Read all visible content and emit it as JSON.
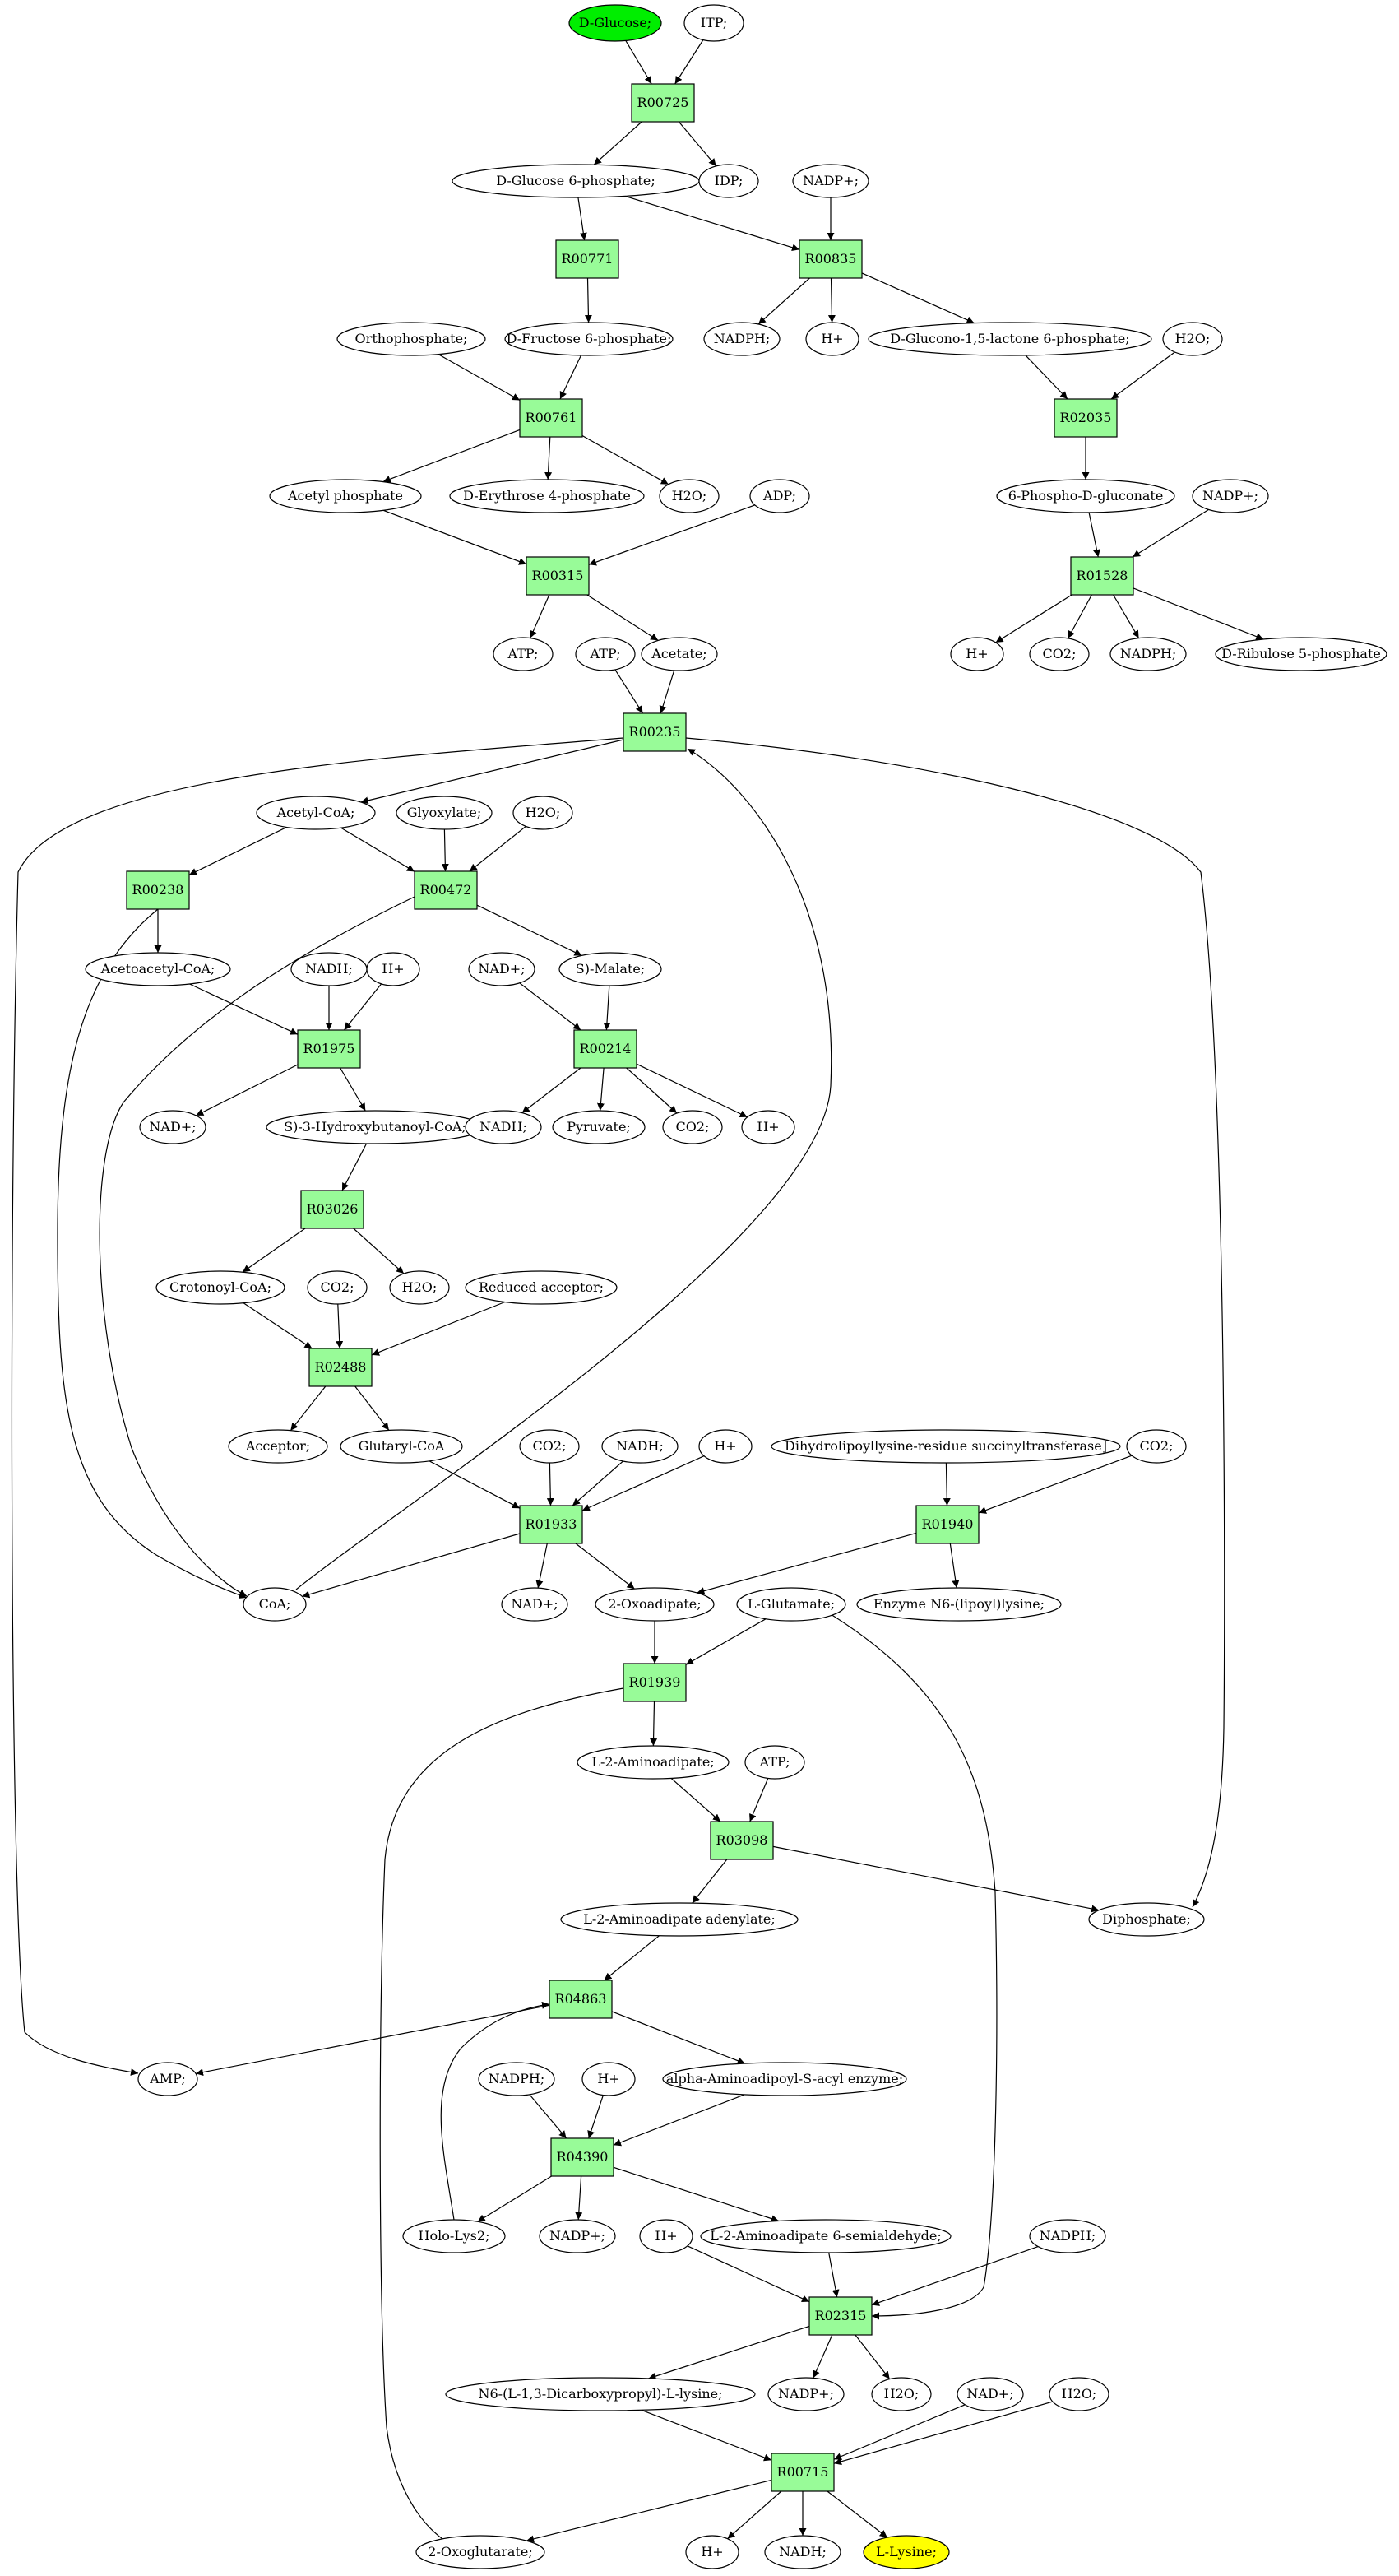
{
  "colors": {
    "reaction_fill": "#98fb98",
    "start_fill": "#00ee00",
    "end_fill": "#ffff00",
    "node_fill": "#ffffff",
    "stroke": "#000000"
  },
  "nodes": [
    {
      "id": "dglucose",
      "label": "D-Glucose;",
      "kind": "start"
    },
    {
      "id": "itp",
      "label": "ITP;",
      "kind": "compound"
    },
    {
      "id": "r00725",
      "label": "R00725",
      "kind": "reaction"
    },
    {
      "id": "g6p",
      "label": "D-Glucose 6-phosphate;",
      "kind": "compound"
    },
    {
      "id": "idp",
      "label": "IDP;",
      "kind": "compound"
    },
    {
      "id": "nadp1",
      "label": "NADP+;",
      "kind": "compound"
    },
    {
      "id": "r00771",
      "label": "R00771",
      "kind": "reaction"
    },
    {
      "id": "r00835",
      "label": "R00835",
      "kind": "reaction"
    },
    {
      "id": "orthop",
      "label": "Orthophosphate;",
      "kind": "compound"
    },
    {
      "id": "f6p",
      "label": "D-Fructose 6-phosphate;",
      "kind": "compound"
    },
    {
      "id": "nadph1",
      "label": "NADPH;",
      "kind": "compound"
    },
    {
      "id": "hplus1",
      "label": "H+",
      "kind": "compound"
    },
    {
      "id": "glucono",
      "label": "D-Glucono-1,5-lactone 6-phosphate;",
      "kind": "compound"
    },
    {
      "id": "h2o1",
      "label": "H2O;",
      "kind": "compound"
    },
    {
      "id": "r00761",
      "label": "R00761",
      "kind": "reaction"
    },
    {
      "id": "r02035",
      "label": "R02035",
      "kind": "reaction"
    },
    {
      "id": "acetylp",
      "label": "Acetyl phosphate",
      "kind": "compound"
    },
    {
      "id": "erythrose",
      "label": "D-Erythrose 4-phosphate",
      "kind": "compound"
    },
    {
      "id": "h2o2",
      "label": "H2O;",
      "kind": "compound"
    },
    {
      "id": "adp",
      "label": "ADP;",
      "kind": "compound"
    },
    {
      "id": "phosphogluconate",
      "label": "6-Phospho-D-gluconate",
      "kind": "compound"
    },
    {
      "id": "nadp2",
      "label": "NADP+;",
      "kind": "compound"
    },
    {
      "id": "r00315",
      "label": "R00315",
      "kind": "reaction"
    },
    {
      "id": "r01528",
      "label": "R01528",
      "kind": "reaction"
    },
    {
      "id": "atp1",
      "label": "ATP;",
      "kind": "compound"
    },
    {
      "id": "atp2",
      "label": "ATP;",
      "kind": "compound"
    },
    {
      "id": "acetate",
      "label": "Acetate;",
      "kind": "compound"
    },
    {
      "id": "hplus2",
      "label": "H+",
      "kind": "compound"
    },
    {
      "id": "co2a",
      "label": "CO2;",
      "kind": "compound"
    },
    {
      "id": "nadph2",
      "label": "NADPH;",
      "kind": "compound"
    },
    {
      "id": "ribulose",
      "label": "D-Ribulose 5-phosphate",
      "kind": "compound"
    },
    {
      "id": "r00235",
      "label": "R00235",
      "kind": "reaction"
    },
    {
      "id": "acetylcoa",
      "label": "Acetyl-CoA;",
      "kind": "compound"
    },
    {
      "id": "glyoxylate",
      "label": "Glyoxylate;",
      "kind": "compound"
    },
    {
      "id": "h2o3",
      "label": "H2O;",
      "kind": "compound"
    },
    {
      "id": "r00238",
      "label": "R00238",
      "kind": "reaction"
    },
    {
      "id": "r00472",
      "label": "R00472",
      "kind": "reaction"
    },
    {
      "id": "acetoacetylcoa",
      "label": "Acetoacetyl-CoA;",
      "kind": "compound"
    },
    {
      "id": "nadh1",
      "label": "NADH;",
      "kind": "compound"
    },
    {
      "id": "hplus3",
      "label": "H+",
      "kind": "compound"
    },
    {
      "id": "nadplus1",
      "label": "NAD+;",
      "kind": "compound"
    },
    {
      "id": "smalate",
      "label": "S)-Malate;",
      "kind": "compound"
    },
    {
      "id": "r01975",
      "label": "R01975",
      "kind": "reaction"
    },
    {
      "id": "r00214",
      "label": "R00214",
      "kind": "reaction"
    },
    {
      "id": "nadplus2",
      "label": "NAD+;",
      "kind": "compound"
    },
    {
      "id": "hydroxybutanoyl",
      "label": "S)-3-Hydroxybutanoyl-CoA;",
      "kind": "compound"
    },
    {
      "id": "nadh2",
      "label": "NADH;",
      "kind": "compound"
    },
    {
      "id": "pyruvate",
      "label": "Pyruvate;",
      "kind": "compound"
    },
    {
      "id": "co2b",
      "label": "CO2;",
      "kind": "compound"
    },
    {
      "id": "hplus4",
      "label": "H+",
      "kind": "compound"
    },
    {
      "id": "r03026",
      "label": "R03026",
      "kind": "reaction"
    },
    {
      "id": "crotonoyl",
      "label": "Crotonoyl-CoA;",
      "kind": "compound"
    },
    {
      "id": "co2c",
      "label": "CO2;",
      "kind": "compound"
    },
    {
      "id": "h2o4",
      "label": "H2O;",
      "kind": "compound"
    },
    {
      "id": "reducedacc",
      "label": "Reduced acceptor;",
      "kind": "compound"
    },
    {
      "id": "r02488",
      "label": "R02488",
      "kind": "reaction"
    },
    {
      "id": "acceptor",
      "label": "Acceptor;",
      "kind": "compound"
    },
    {
      "id": "glutarylcoa",
      "label": "Glutaryl-CoA",
      "kind": "compound"
    },
    {
      "id": "co2d",
      "label": "CO2;",
      "kind": "compound"
    },
    {
      "id": "nadh3",
      "label": "NADH;",
      "kind": "compound"
    },
    {
      "id": "hplus5",
      "label": "H+",
      "kind": "compound"
    },
    {
      "id": "dihydrolipoyl",
      "label": "Dihydrolipoyllysine-residue succinyltransferase]",
      "kind": "compound"
    },
    {
      "id": "co2e",
      "label": "CO2;",
      "kind": "compound"
    },
    {
      "id": "r01933",
      "label": "R01933",
      "kind": "reaction"
    },
    {
      "id": "r01940",
      "label": "R01940",
      "kind": "reaction"
    },
    {
      "id": "coa",
      "label": "CoA;",
      "kind": "compound"
    },
    {
      "id": "nadplus3",
      "label": "NAD+;",
      "kind": "compound"
    },
    {
      "id": "oxoadipate",
      "label": "2-Oxoadipate;",
      "kind": "compound"
    },
    {
      "id": "lglutamate",
      "label": "L-Glutamate;",
      "kind": "compound"
    },
    {
      "id": "lipoyllysine",
      "label": "Enzyme N6-(lipoyl)lysine;",
      "kind": "compound"
    },
    {
      "id": "r01939",
      "label": "R01939",
      "kind": "reaction"
    },
    {
      "id": "aminoadipate",
      "label": "L-2-Aminoadipate;",
      "kind": "compound"
    },
    {
      "id": "atp3",
      "label": "ATP;",
      "kind": "compound"
    },
    {
      "id": "r03098",
      "label": "R03098",
      "kind": "reaction"
    },
    {
      "id": "adenylate",
      "label": "L-2-Aminoadipate adenylate;",
      "kind": "compound"
    },
    {
      "id": "diphosphate",
      "label": "Diphosphate;",
      "kind": "compound"
    },
    {
      "id": "r04863",
      "label": "R04863",
      "kind": "reaction"
    },
    {
      "id": "amp",
      "label": "AMP;",
      "kind": "compound"
    },
    {
      "id": "nadph3",
      "label": "NADPH;",
      "kind": "compound"
    },
    {
      "id": "hplus6",
      "label": "H+",
      "kind": "compound"
    },
    {
      "id": "acylenzyme",
      "label": "alpha-Aminoadipoyl-S-acyl enzyme;",
      "kind": "compound"
    },
    {
      "id": "r04390",
      "label": "R04390",
      "kind": "reaction"
    },
    {
      "id": "hololys2",
      "label": "Holo-Lys2;",
      "kind": "compound"
    },
    {
      "id": "nadp3",
      "label": "NADP+;",
      "kind": "compound"
    },
    {
      "id": "semialdehyde",
      "label": "L-2-Aminoadipate 6-semialdehyde;",
      "kind": "compound"
    },
    {
      "id": "hplus7",
      "label": "H+",
      "kind": "compound"
    },
    {
      "id": "nadph4",
      "label": "NADPH;",
      "kind": "compound"
    },
    {
      "id": "r02315",
      "label": "R02315",
      "kind": "reaction"
    },
    {
      "id": "saccharopine",
      "label": "N6-(L-1,3-Dicarboxypropyl)-L-lysine;",
      "kind": "compound"
    },
    {
      "id": "nadp4",
      "label": "NADP+;",
      "kind": "compound"
    },
    {
      "id": "h2o5",
      "label": "H2O;",
      "kind": "compound"
    },
    {
      "id": "nadplus4",
      "label": "NAD+;",
      "kind": "compound"
    },
    {
      "id": "h2o6",
      "label": "H2O;",
      "kind": "compound"
    },
    {
      "id": "r00715",
      "label": "R00715",
      "kind": "reaction"
    },
    {
      "id": "oxoglutarate",
      "label": "2-Oxoglutarate;",
      "kind": "compound"
    },
    {
      "id": "hplus8",
      "label": "H+",
      "kind": "compound"
    },
    {
      "id": "nadh4",
      "label": "NADH;",
      "kind": "compound"
    },
    {
      "id": "llysine",
      "label": "L-Lysine;",
      "kind": "end"
    }
  ],
  "edges": [
    [
      "dglucose",
      "r00725"
    ],
    [
      "itp",
      "r00725"
    ],
    [
      "r00725",
      "g6p"
    ],
    [
      "r00725",
      "idp"
    ],
    [
      "g6p",
      "r00771"
    ],
    [
      "g6p",
      "r00835"
    ],
    [
      "nadp1",
      "r00835"
    ],
    [
      "r00771",
      "f6p"
    ],
    [
      "r00835",
      "nadph1"
    ],
    [
      "r00835",
      "hplus1"
    ],
    [
      "r00835",
      "glucono"
    ],
    [
      "orthop",
      "r00761"
    ],
    [
      "f6p",
      "r00761"
    ],
    [
      "glucono",
      "r02035"
    ],
    [
      "h2o1",
      "r02035"
    ],
    [
      "r00761",
      "acetylp"
    ],
    [
      "r00761",
      "erythrose"
    ],
    [
      "r00761",
      "h2o2"
    ],
    [
      "r02035",
      "phosphogluconate"
    ],
    [
      "acetylp",
      "r00315"
    ],
    [
      "adp",
      "r00315"
    ],
    [
      "phosphogluconate",
      "r01528"
    ],
    [
      "nadp2",
      "r01528"
    ],
    [
      "r00315",
      "atp1"
    ],
    [
      "r00315",
      "acetate"
    ],
    [
      "r01528",
      "hplus2"
    ],
    [
      "r01528",
      "co2a"
    ],
    [
      "r01528",
      "nadph2"
    ],
    [
      "r01528",
      "ribulose"
    ],
    [
      "atp2",
      "r00235"
    ],
    [
      "acetate",
      "r00235"
    ],
    [
      "coa",
      "r00235"
    ],
    [
      "r00235",
      "acetylcoa"
    ],
    [
      "r00235",
      "amp"
    ],
    [
      "r00235",
      "diphosphate"
    ],
    [
      "acetylcoa",
      "r00238"
    ],
    [
      "acetylcoa",
      "r00472"
    ],
    [
      "glyoxylate",
      "r00472"
    ],
    [
      "h2o3",
      "r00472"
    ],
    [
      "r00238",
      "acetoacetylcoa"
    ],
    [
      "r00238",
      "coa"
    ],
    [
      "r00472",
      "smalate"
    ],
    [
      "r00472",
      "coa"
    ],
    [
      "acetoacetylcoa",
      "r01975"
    ],
    [
      "nadh1",
      "r01975"
    ],
    [
      "hplus3",
      "r01975"
    ],
    [
      "nadplus1",
      "r00214"
    ],
    [
      "smalate",
      "r00214"
    ],
    [
      "r01975",
      "nadplus2"
    ],
    [
      "r01975",
      "hydroxybutanoyl"
    ],
    [
      "r00214",
      "nadh2"
    ],
    [
      "r00214",
      "pyruvate"
    ],
    [
      "r00214",
      "co2b"
    ],
    [
      "r00214",
      "hplus4"
    ],
    [
      "hydroxybutanoyl",
      "r03026"
    ],
    [
      "r03026",
      "crotonoyl"
    ],
    [
      "r03026",
      "h2o4"
    ],
    [
      "crotonoyl",
      "r02488"
    ],
    [
      "co2c",
      "r02488"
    ],
    [
      "reducedacc",
      "r02488"
    ],
    [
      "r02488",
      "acceptor"
    ],
    [
      "r02488",
      "glutarylcoa"
    ],
    [
      "glutarylcoa",
      "r01933"
    ],
    [
      "co2d",
      "r01933"
    ],
    [
      "nadh3",
      "r01933"
    ],
    [
      "hplus5",
      "r01933"
    ],
    [
      "dihydrolipoyl",
      "r01940"
    ],
    [
      "co2e",
      "r01940"
    ],
    [
      "r01933",
      "coa"
    ],
    [
      "r01933",
      "nadplus3"
    ],
    [
      "r01933",
      "oxoadipate"
    ],
    [
      "r01940",
      "oxoadipate"
    ],
    [
      "r01940",
      "lipoyllysine"
    ],
    [
      "oxoadipate",
      "r01939"
    ],
    [
      "lglutamate",
      "r01939"
    ],
    [
      "lglutamate",
      "r02315"
    ],
    [
      "r01939",
      "aminoadipate"
    ],
    [
      "r01939",
      "oxoglutarate"
    ],
    [
      "aminoadipate",
      "r03098"
    ],
    [
      "atp3",
      "r03098"
    ],
    [
      "r03098",
      "adenylate"
    ],
    [
      "r03098",
      "diphosphate"
    ],
    [
      "adenylate",
      "r04863"
    ],
    [
      "hololys2",
      "r04863"
    ],
    [
      "r04863",
      "amp"
    ],
    [
      "r04863",
      "acylenzyme"
    ],
    [
      "nadph3",
      "r04390"
    ],
    [
      "hplus6",
      "r04390"
    ],
    [
      "acylenzyme",
      "r04390"
    ],
    [
      "r04390",
      "hololys2"
    ],
    [
      "r04390",
      "nadp3"
    ],
    [
      "r04390",
      "semialdehyde"
    ],
    [
      "hplus7",
      "r02315"
    ],
    [
      "semialdehyde",
      "r02315"
    ],
    [
      "nadph4",
      "r02315"
    ],
    [
      "r02315",
      "saccharopine"
    ],
    [
      "r02315",
      "nadp4"
    ],
    [
      "r02315",
      "h2o5"
    ],
    [
      "saccharopine",
      "r00715"
    ],
    [
      "nadplus4",
      "r00715"
    ],
    [
      "h2o6",
      "r00715"
    ],
    [
      "r00715",
      "oxoglutarate"
    ],
    [
      "r00715",
      "hplus8"
    ],
    [
      "r00715",
      "nadh4"
    ],
    [
      "r00715",
      "llysine"
    ]
  ]
}
